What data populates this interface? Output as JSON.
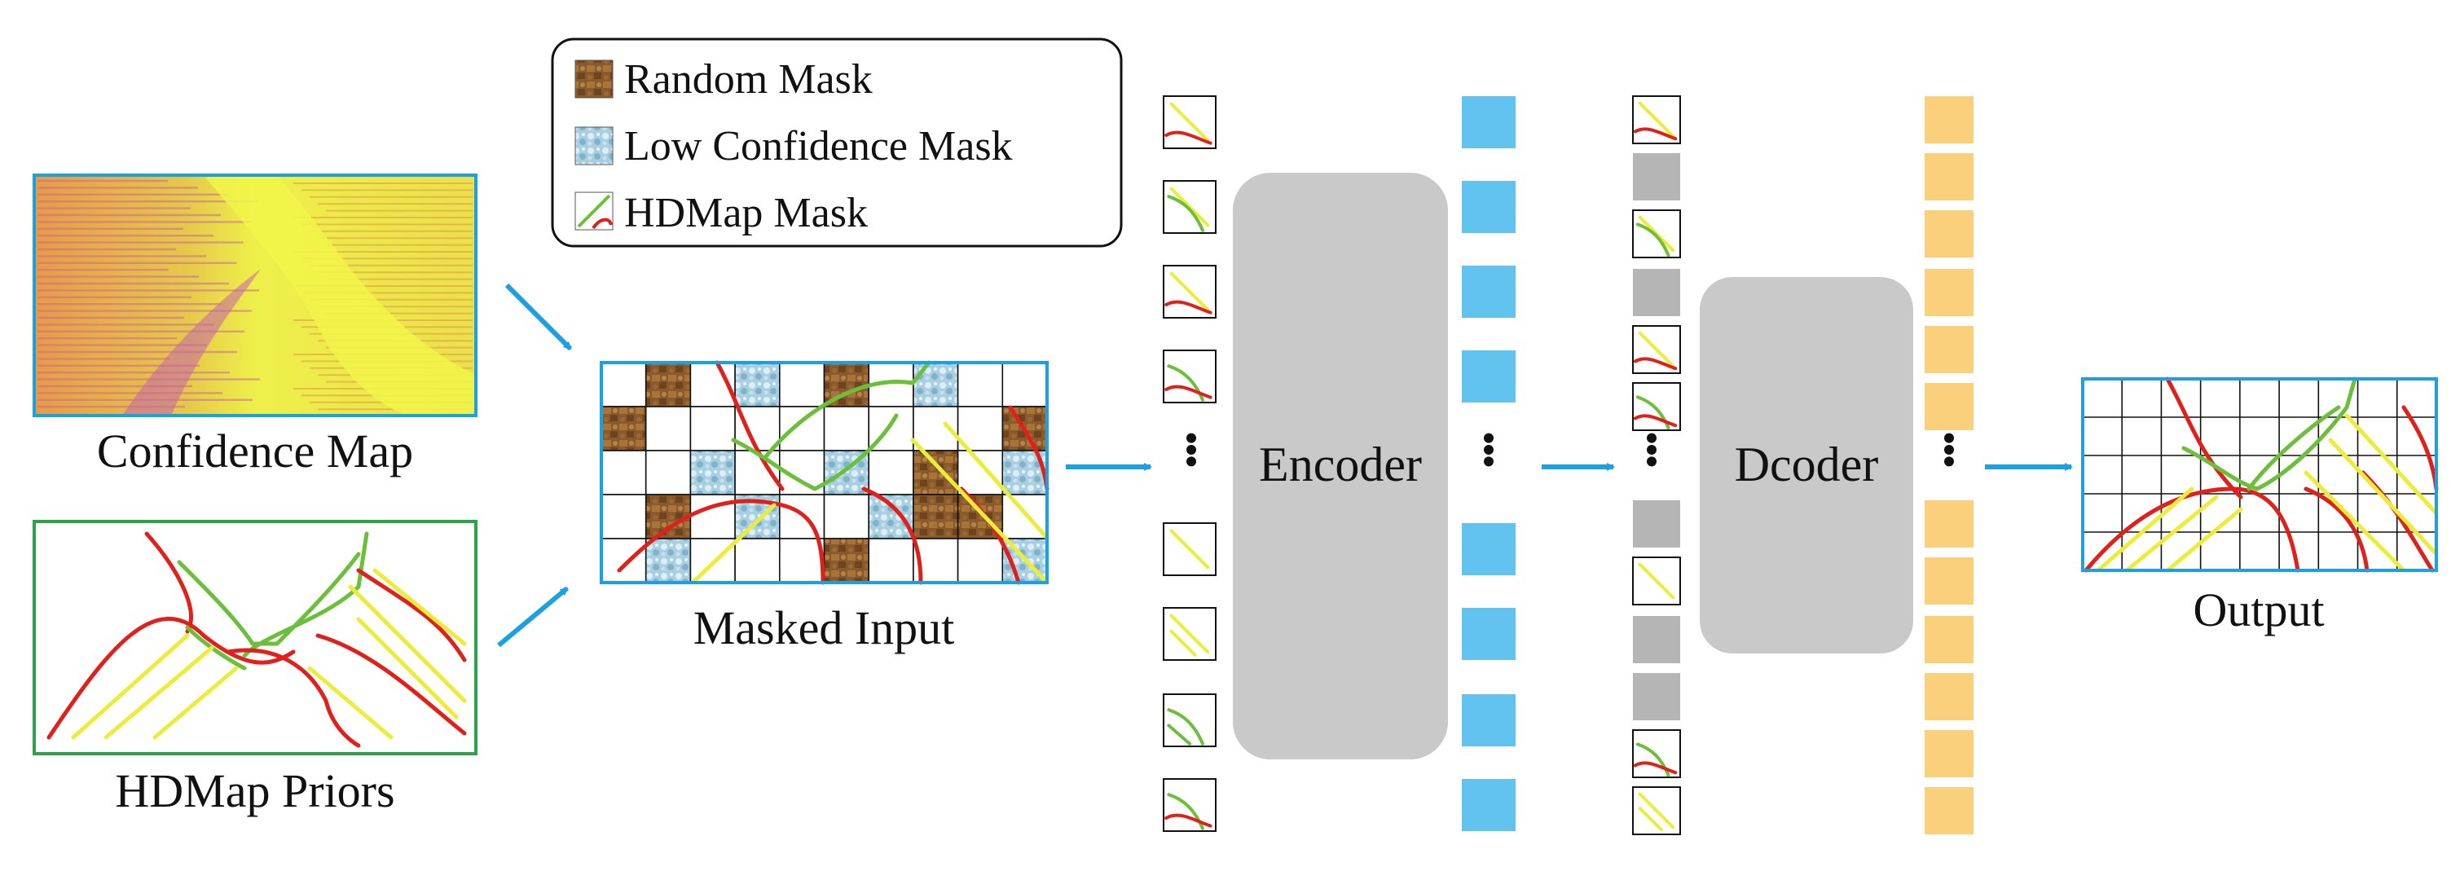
{
  "inputs": {
    "confidence_map_label": "Confidence Map",
    "hdmap_priors_label": "HDMap Priors"
  },
  "legend": {
    "random_mask": "Random Mask",
    "low_confidence_mask": "Low Confidence Mask",
    "hdmap_mask": "HDMap Mask"
  },
  "masked_input": {
    "label": "Masked Input"
  },
  "encoder": {
    "label": "Encoder"
  },
  "decoder": {
    "label": "Dcoder"
  },
  "output": {
    "label": "Output"
  },
  "colors": {
    "accent_blue": "#1ba1e2",
    "token_blue": "#62c3ef",
    "token_orange": "#fbd07c",
    "block_gray": "#c8c9c8",
    "masked_token_gray": "#b5b5b5",
    "lane_red": "#e0201b",
    "lane_green": "#6cbf3a",
    "lane_yellow": "#ecec3a",
    "frame_green": "#2ea24a"
  },
  "masked_input_grid": {
    "rows": 5,
    "cols": 10,
    "random_mask_cells": [
      [
        0,
        1
      ],
      [
        0,
        5
      ],
      [
        1,
        0
      ],
      [
        1,
        9
      ],
      [
        2,
        7
      ],
      [
        3,
        1
      ],
      [
        3,
        8
      ],
      [
        3,
        7
      ],
      [
        4,
        5
      ]
    ],
    "low_confidence_cells": [
      [
        0,
        3
      ],
      [
        0,
        7
      ],
      [
        2,
        2
      ],
      [
        2,
        5
      ],
      [
        2,
        9
      ],
      [
        3,
        3
      ],
      [
        3,
        6
      ],
      [
        4,
        1
      ],
      [
        4,
        9
      ]
    ]
  },
  "token_column_1": [
    "lane-yr",
    "lane-gy",
    "lane-ry",
    "lane-gr",
    "dots",
    "lane-y",
    "lane-yy",
    "lane-gg",
    "lane-gr"
  ],
  "token_column_3": [
    "lane-yr",
    "masked",
    "lane-gy",
    "masked",
    "lane-ry",
    "lane-gr",
    "dots",
    "masked",
    "lane-y",
    "masked",
    "masked",
    "lane-gr",
    "lane-yy"
  ]
}
